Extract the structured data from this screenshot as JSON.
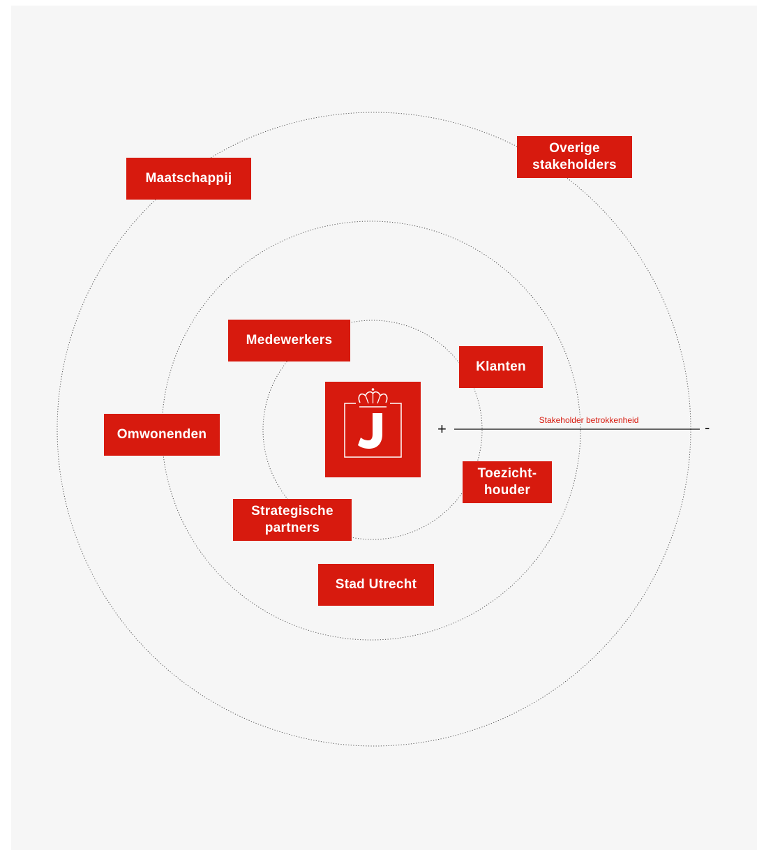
{
  "colors": {
    "brand_red": "#d71a0e",
    "background": "#f6f6f6",
    "ring_stroke": "#555555"
  },
  "center_logo": {
    "icon": "crown-j-logo-icon"
  },
  "stakeholders": {
    "maatschappij": "Maatschappij",
    "overige": "Overige\nstakeholders",
    "medewerkers": "Medewerkers",
    "klanten": "Klanten",
    "omwonenden": "Omwonenden",
    "toezichthouder": "Toezicht-\nhouder",
    "strategische": "Strategische\npartners",
    "stad_utrecht": "Stad Utrecht"
  },
  "axis": {
    "label": "Stakeholder betrokkenheid",
    "plus": "+",
    "minus": "-"
  }
}
